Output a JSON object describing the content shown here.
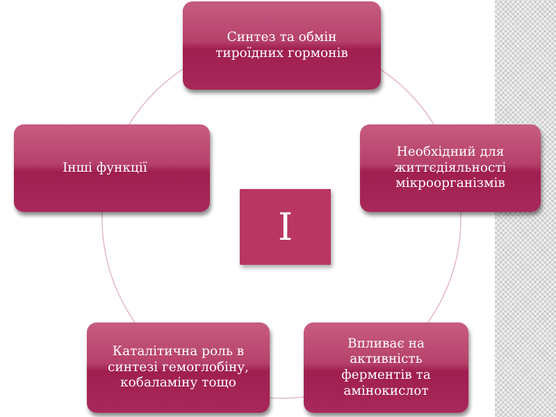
{
  "diagram": {
    "center_label": "I",
    "nodes": [
      {
        "id": "top",
        "text": "Синтез та обмін тироїдних гормонів"
      },
      {
        "id": "right",
        "text": "Необхідний для життєдіяльності мікроорганізмів"
      },
      {
        "id": "bottom-right",
        "text": "Впливає на активність ферментів та амінокислот"
      },
      {
        "id": "bottom-left",
        "text": "Каталітична роль в синтезі гемоглобіну, кобаламіну тощо"
      },
      {
        "id": "left",
        "text": "Інші функції"
      }
    ]
  },
  "colors": {
    "box_fill": "#a8285a",
    "box_top": "#c75c81",
    "center_fill": "#b93662",
    "ring_stroke": "#e3b8c6",
    "side_stripe": "#c9c9c9"
  }
}
